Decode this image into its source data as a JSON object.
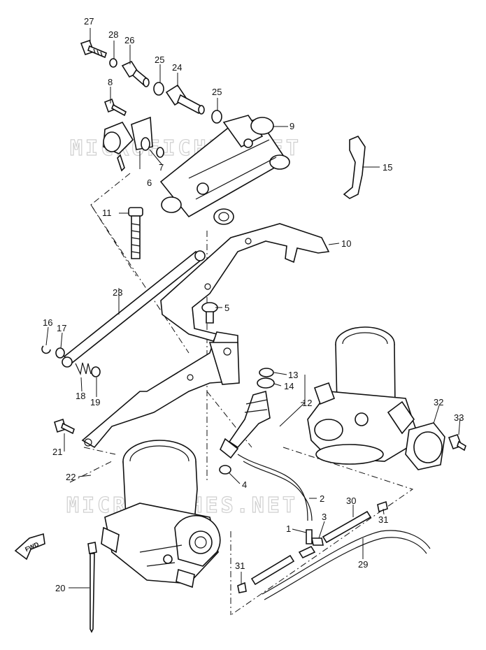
{
  "watermarks": [
    "MICROFICHES.NET",
    "MICROFICHES.NET"
  ],
  "fwd_label": "FWD",
  "callouts": [
    "27",
    "28",
    "26",
    "25",
    "24",
    "8",
    "25",
    "9",
    "15",
    "7",
    "6",
    "11",
    "10",
    "23",
    "5",
    "16",
    "17",
    "18",
    "19",
    "13",
    "14",
    "12",
    "32",
    "33",
    "21",
    "22",
    "4",
    "2",
    "30",
    "1",
    "3",
    "31",
    "29",
    "31",
    "20"
  ]
}
